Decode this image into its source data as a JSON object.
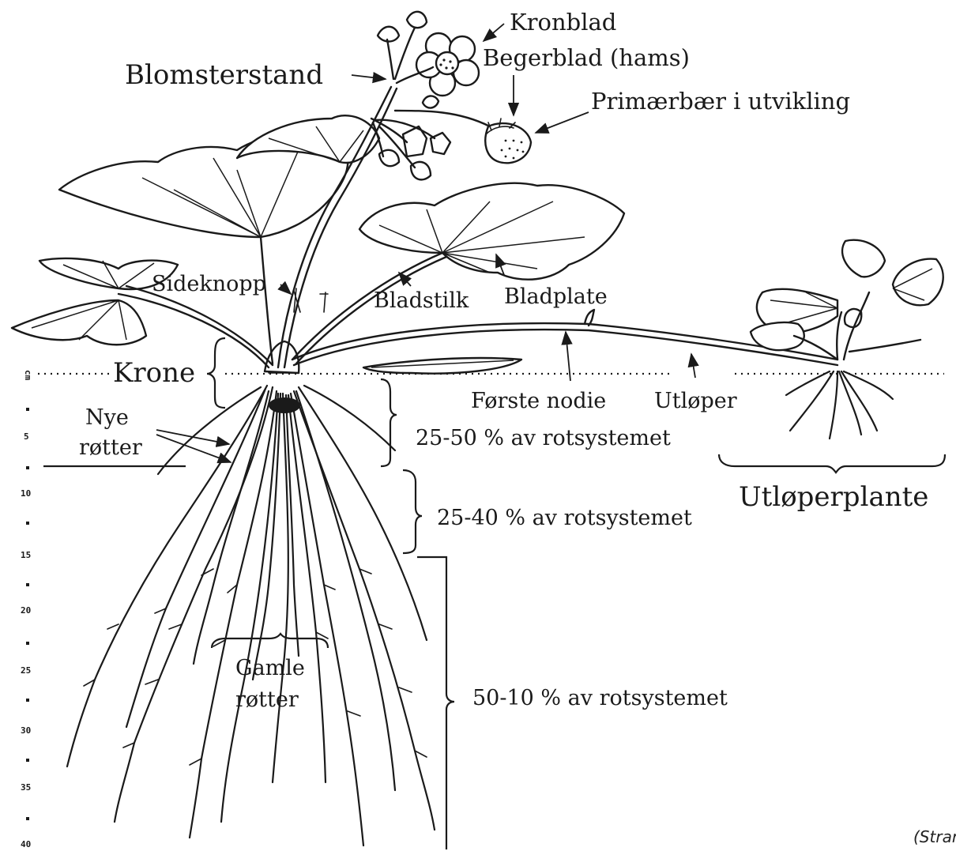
{
  "labels": {
    "kronblad": "Kronblad",
    "begerblad": "Begerblad (hams)",
    "blomsterstand": "Blomsterstand",
    "primaerbaer": "Primærbær i utvikling",
    "sideknopp": "Sideknopp",
    "bladstilk": "Bladstilk",
    "bladplate": "Bladplate",
    "krone": "Krone",
    "forste_nodie": "Første nodie",
    "utloper": "Utløper",
    "nye_rotter_1": "Nye",
    "nye_rotter_2": "røtter",
    "rot_25_50": "25-50 % av rotsystemet",
    "rot_25_40": "25-40 % av rotsystemet",
    "rot_50_10": "50-10 % av rotsystemet",
    "utloperplante": "Utløperplante",
    "gamle_rotter_1": "Gamle",
    "gamle_rotter_2": "røtter"
  },
  "scale": {
    "unit": "cm",
    "ticks": [
      "5",
      "10",
      "15",
      "20",
      "25",
      "30",
      "35",
      "40"
    ]
  },
  "credit": "(Stran"
}
